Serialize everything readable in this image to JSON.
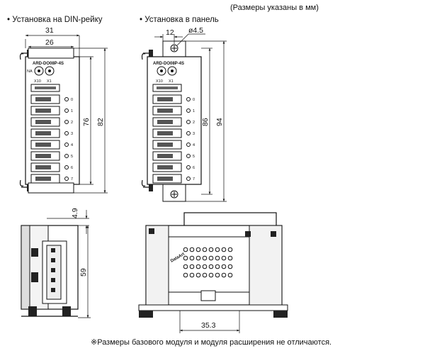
{
  "header_note": "(Размеры указаны в мм)",
  "sections": {
    "din_rail": {
      "title": "Установка на DIN-рейку"
    },
    "panel": {
      "title": "Установка в панель"
    }
  },
  "module": {
    "model_din": "ARD-DO08P-4S",
    "model_panel": "ARD-DO08P-4S",
    "switch_left": "X10",
    "switch_right": "X1",
    "na_label": "NA",
    "channels": [
      "0",
      "1",
      "2",
      "3",
      "4",
      "5",
      "6",
      "7"
    ]
  },
  "dimensions": {
    "din_width_outer": "31",
    "din_width_inner": "26",
    "din_height_inner": "76",
    "din_height_outer": "82",
    "panel_offset": "12",
    "panel_hole": "ø4.5",
    "panel_height_inner": "86",
    "panel_height_outer": "94",
    "side_top": "4.9",
    "side_height": "59",
    "bottom_width": "35.3"
  },
  "footer_note": "※Размеры базового модуля и модуля расширения не отличаются."
}
